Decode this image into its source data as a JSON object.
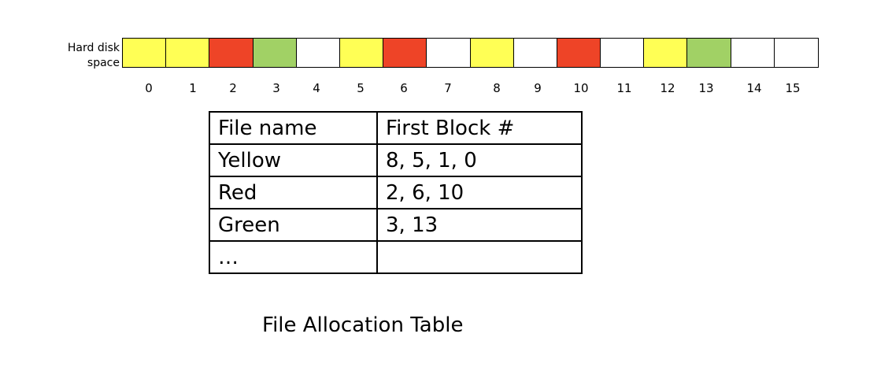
{
  "disk": {
    "label_line1": "Hard disk",
    "label_line2": "space",
    "blocks": [
      {
        "index": "0",
        "color": "#ffff55"
      },
      {
        "index": "1",
        "color": "#ffff55"
      },
      {
        "index": "2",
        "color": "#ee4427"
      },
      {
        "index": "3",
        "color": "#a1d165"
      },
      {
        "index": "4",
        "color": "#ffffff"
      },
      {
        "index": "5",
        "color": "#ffff55"
      },
      {
        "index": "6",
        "color": "#ee4427"
      },
      {
        "index": "7",
        "color": "#ffffff"
      },
      {
        "index": "8",
        "color": "#ffff55"
      },
      {
        "index": "9",
        "color": "#ffffff"
      },
      {
        "index": "10",
        "color": "#ee4427"
      },
      {
        "index": "11",
        "color": "#ffffff"
      },
      {
        "index": "12",
        "color": "#ffff55"
      },
      {
        "index": "13",
        "color": "#a1d165"
      },
      {
        "index": "14",
        "color": "#ffffff"
      },
      {
        "index": "15",
        "color": "#ffffff"
      }
    ]
  },
  "table": {
    "headers": [
      "File name",
      "First Block #"
    ],
    "rows": [
      [
        "Yellow",
        "8, 5, 1, 0"
      ],
      [
        "Red",
        "2, 6, 10"
      ],
      [
        "Green",
        "3, 13"
      ],
      [
        "…",
        ""
      ]
    ]
  },
  "caption": "File Allocation Table"
}
